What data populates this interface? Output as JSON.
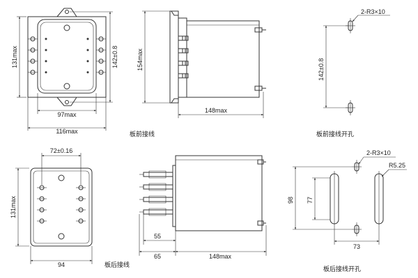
{
  "views": {
    "front_wiring": {
      "caption": "板前接线",
      "dim_height": "131max",
      "dim_hole_pitch": "142±0.8",
      "dim_inner_width": "97max",
      "dim_outer_width": "116max"
    },
    "front_side": {
      "dim_height": "154max",
      "dim_depth": "148max"
    },
    "front_cutout": {
      "caption": "板前接线开孔",
      "dim_slot": "2-R3×10",
      "dim_pitch": "142±0.8"
    },
    "rear_wiring": {
      "caption": "板后接线",
      "dim_top": "72±0.16",
      "dim_height": "131max",
      "dim_width": "94"
    },
    "rear_side": {
      "dim_a": "55",
      "dim_b": "65",
      "dim_depth": "148max"
    },
    "rear_cutout": {
      "caption": "板后接线开孔",
      "dim_slot": "2-R3×10",
      "dim_radius": "R5.25",
      "dim_outer_h": "98",
      "dim_inner_h": "77",
      "dim_width": "73"
    }
  }
}
